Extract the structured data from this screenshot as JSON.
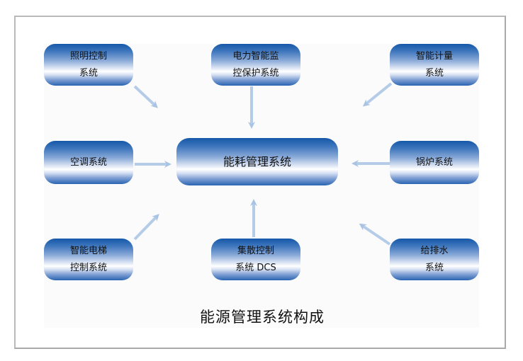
{
  "diagram": {
    "caption": "能源管理系统构成",
    "center": {
      "label": "能耗管理系统"
    },
    "nodes": [
      {
        "id": "lighting",
        "lines": [
          "照明控制",
          "系统"
        ]
      },
      {
        "id": "power",
        "lines": [
          "电力智能监",
          "控保护系统"
        ]
      },
      {
        "id": "metering",
        "lines": [
          "智能计量",
          "系统"
        ]
      },
      {
        "id": "hvac",
        "lines": [
          "空调系统"
        ]
      },
      {
        "id": "boiler",
        "lines": [
          "锅炉系统"
        ]
      },
      {
        "id": "elevator",
        "lines": [
          "智能电梯",
          "控制系统"
        ]
      },
      {
        "id": "dcs",
        "lines": [
          "集散控制",
          "系统 DCS"
        ]
      },
      {
        "id": "water",
        "lines": [
          "给排水",
          "系统"
        ]
      }
    ],
    "edges": [
      {
        "from": "lighting",
        "to": "center"
      },
      {
        "from": "power",
        "to": "center"
      },
      {
        "from": "metering",
        "to": "center"
      },
      {
        "from": "hvac",
        "to": "center"
      },
      {
        "from": "boiler",
        "to": "center"
      },
      {
        "from": "elevator",
        "to": "center"
      },
      {
        "from": "dcs",
        "to": "center"
      },
      {
        "from": "water",
        "to": "center"
      }
    ],
    "colors": {
      "node_dark": "#1558a8",
      "node_light": "#ffffff",
      "arrow": "#a9c3e3",
      "frame": "#b9b9b9"
    }
  }
}
